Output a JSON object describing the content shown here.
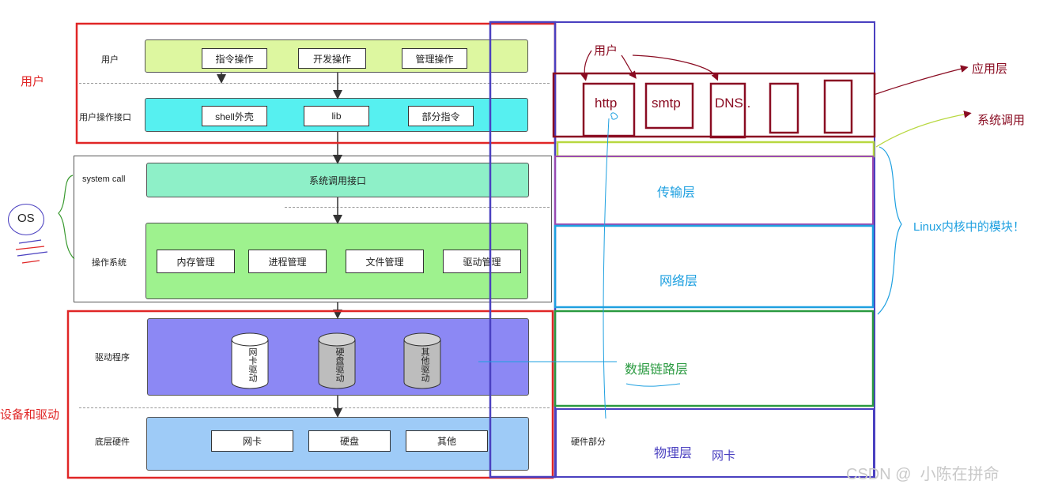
{
  "left_stack": {
    "annotation_user": "用户",
    "annotation_os": "OS",
    "annotation_devices": "设备和驱动",
    "user_layer": {
      "label": "用户",
      "items": [
        "指令操作",
        "开发操作",
        "管理操作"
      ]
    },
    "user_interface_layer": {
      "label": "用户操作接口",
      "items": [
        "shell外壳",
        "lib",
        "部分指令"
      ]
    },
    "syscall_layer": {
      "label": "system call",
      "item": "系统调用接口"
    },
    "os_layer": {
      "label": "操作系统",
      "items": [
        "内存管理",
        "进程管理",
        "文件管理",
        "驱动管理"
      ]
    },
    "driver_layer": {
      "label": "驱动程序",
      "items": [
        "网卡驱动",
        "硬盘驱动",
        "其他驱动"
      ]
    },
    "hardware_layer": {
      "label": "底层硬件",
      "items": [
        "网卡",
        "硬盘",
        "其他"
      ]
    }
  },
  "network_stack": {
    "user_label": "用户",
    "apps": [
      "http",
      "smtp",
      "DNS.."
    ],
    "application_layer": "应用层",
    "syscall": "系统调用",
    "transport_layer": "传输层",
    "network_layer": "网络层",
    "datalink_layer": "数据链路层",
    "hardware_part": "硬件部分",
    "physical_layer": "物理层",
    "nic": "网卡",
    "kernel_note": "Linux内核中的模块！"
  },
  "watermark": "CSDN @  小陈在拼命",
  "colors": {
    "user_green": "#ddf7a0",
    "interface_cyan": "#56f0f0",
    "syscall_mint": "#8ef0c8",
    "os_green": "#9ef28e",
    "driver_purple": "#8c88f4",
    "hardware_blue": "#9ecbf7",
    "red": "#e02626",
    "navy": "#4a40c0",
    "maroon": "#8a0c22",
    "lime": "#b8d840",
    "sky": "#1ea0e0",
    "green": "#2a9a40",
    "purple": "#9a4ab0"
  }
}
